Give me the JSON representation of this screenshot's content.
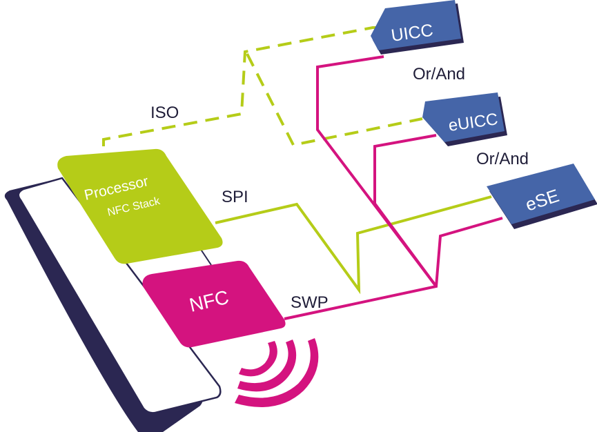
{
  "labels": {
    "iso": "ISO",
    "spi": "SPI",
    "swp": "SWP",
    "or_and_1": "Or/And",
    "or_and_2": "Or/And"
  },
  "chips": {
    "processor_line1": "Processor",
    "processor_line2": "NFC Stack",
    "nfc": "NFC",
    "uicc": "UICC",
    "euicc": "eUICC",
    "ese": "eSE"
  },
  "colors": {
    "processor": "#b5cc18",
    "nfc": "#d4137f",
    "secure_element": "#4565a8",
    "phone_outline": "#2b2752",
    "iso_line": "#b5cc18",
    "spi_line": "#b5cc18",
    "swp_line": "#d4137f"
  },
  "icons": {
    "nfc_waves": "contactless-waves-icon"
  }
}
